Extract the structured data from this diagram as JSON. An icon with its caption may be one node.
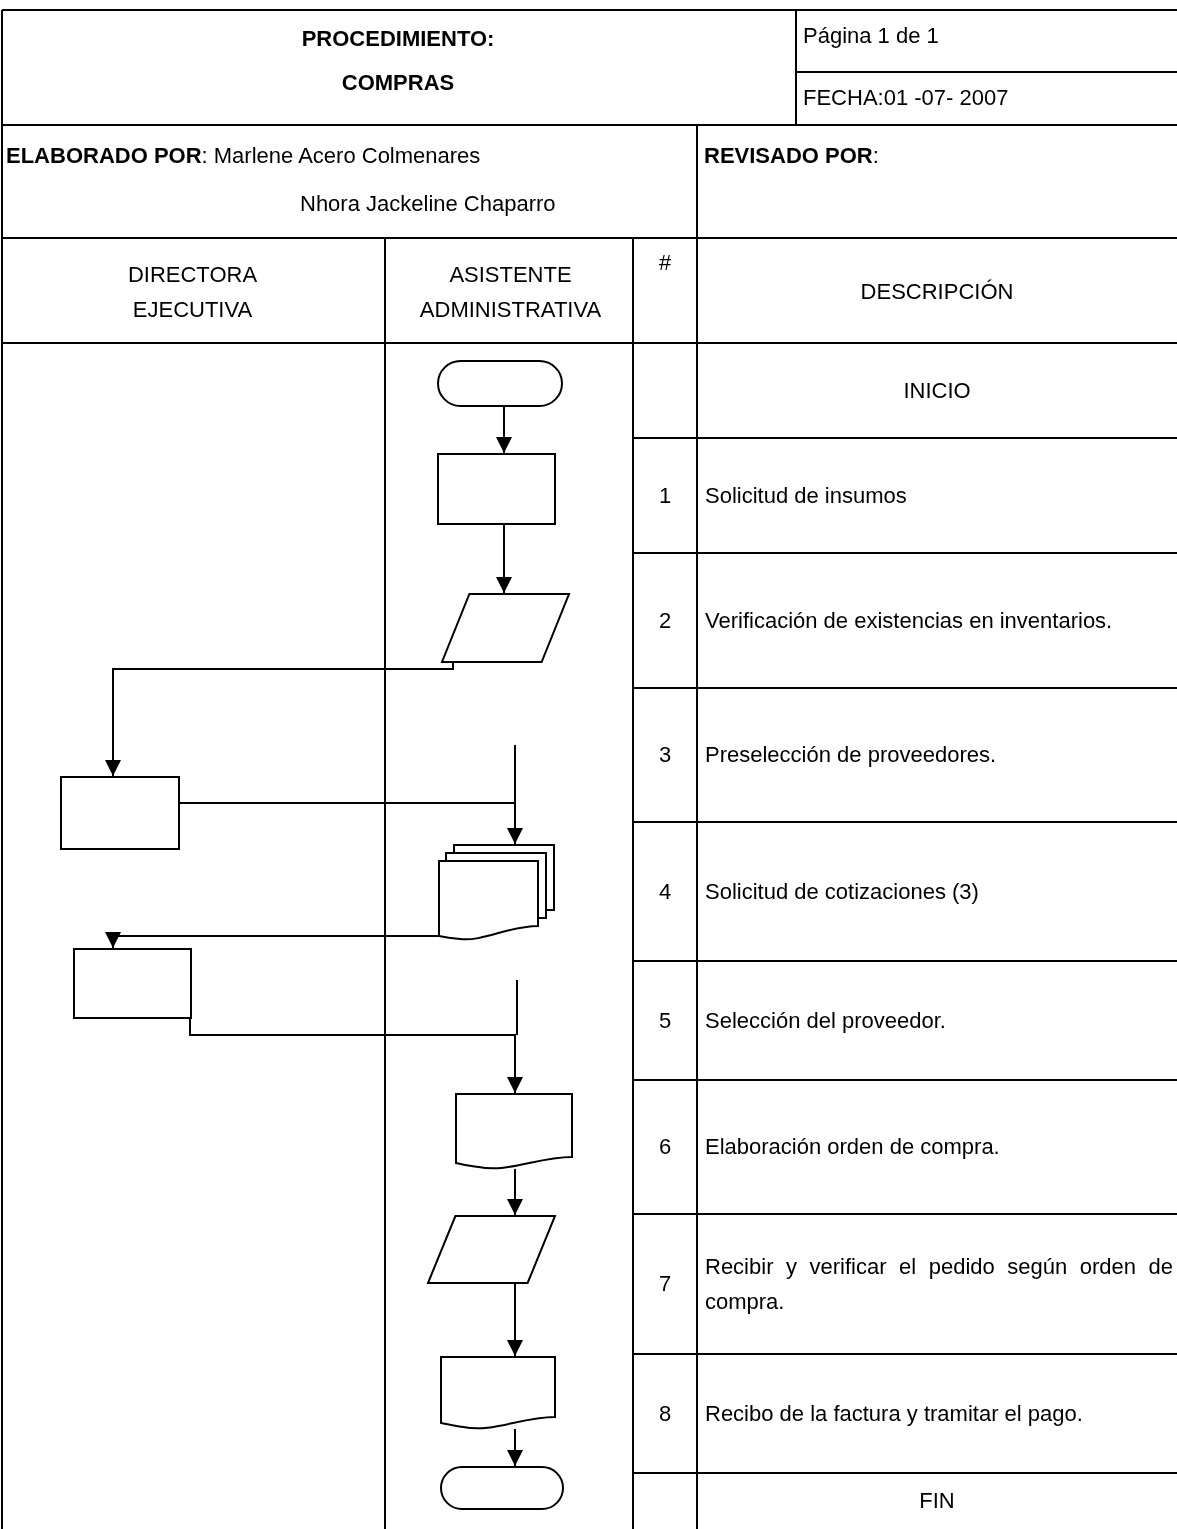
{
  "diagram": {
    "nodes": [
      {
        "text": [],
        "shape": "terminal"
      },
      {
        "text": [],
        "shape": "box"
      },
      {
        "text": [],
        "shape": "parallelogram"
      },
      {
        "text": [],
        "shape": "box"
      },
      {
        "text": [],
        "shape": "documents"
      },
      {
        "text": [],
        "shape": "box"
      },
      {
        "text": [],
        "shape": "document"
      },
      {
        "text": [],
        "shape": "parallelogram"
      },
      {
        "text": [],
        "shape": "document"
      },
      {
        "text": [],
        "shape": "terminal"
      }
    ],
    "edges": [
      {
        "from": 0,
        "to": 1,
        "arrow": "to"
      },
      {
        "from": 1,
        "to": 2,
        "arrow": "to"
      },
      {
        "from": 2,
        "to": 3,
        "arrow": "to"
      },
      {
        "from": 3,
        "to": 4,
        "arrow": "to"
      },
      {
        "from": 4,
        "to": 5,
        "arrow": "to"
      },
      {
        "from": 5,
        "to": 6,
        "arrow": "to"
      },
      {
        "from": 6,
        "to": 7,
        "arrow": "to"
      },
      {
        "from": 7,
        "to": 8,
        "arrow": "to"
      },
      {
        "from": 8,
        "to": 9,
        "arrow": "to"
      }
    ],
    "labels": [
      "PROCEDIMIENTO:",
      "COMPRAS",
      "Página 1 de 1",
      "FECHA:01 -07- 2007",
      "**ELABORADO POR**: Marlene Acero Colmenares",
      "Nhora Jackeline Chaparro",
      "**REVISADO POR**:",
      "DIRECTORA EJECUTIVA",
      "ASISTENTE ADMINISTRATIVA",
      "#",
      "DESCRIPCIÓN",
      "INICIO",
      "1",
      "Solicitud de insumos",
      "2",
      "Verificación de existencias en inventarios.",
      "3",
      "Preselección de proveedores.",
      "4",
      "Solicitud de cotizaciones (3)",
      "5",
      "Selección del proveedor.",
      "6",
      "Elaboración orden de compra.",
      "7",
      "Recibir y verificar el pedido según orden de compra.",
      "8",
      "Recibo de la factura y tramitar el pago.",
      "FIN"
    ]
  }
}
